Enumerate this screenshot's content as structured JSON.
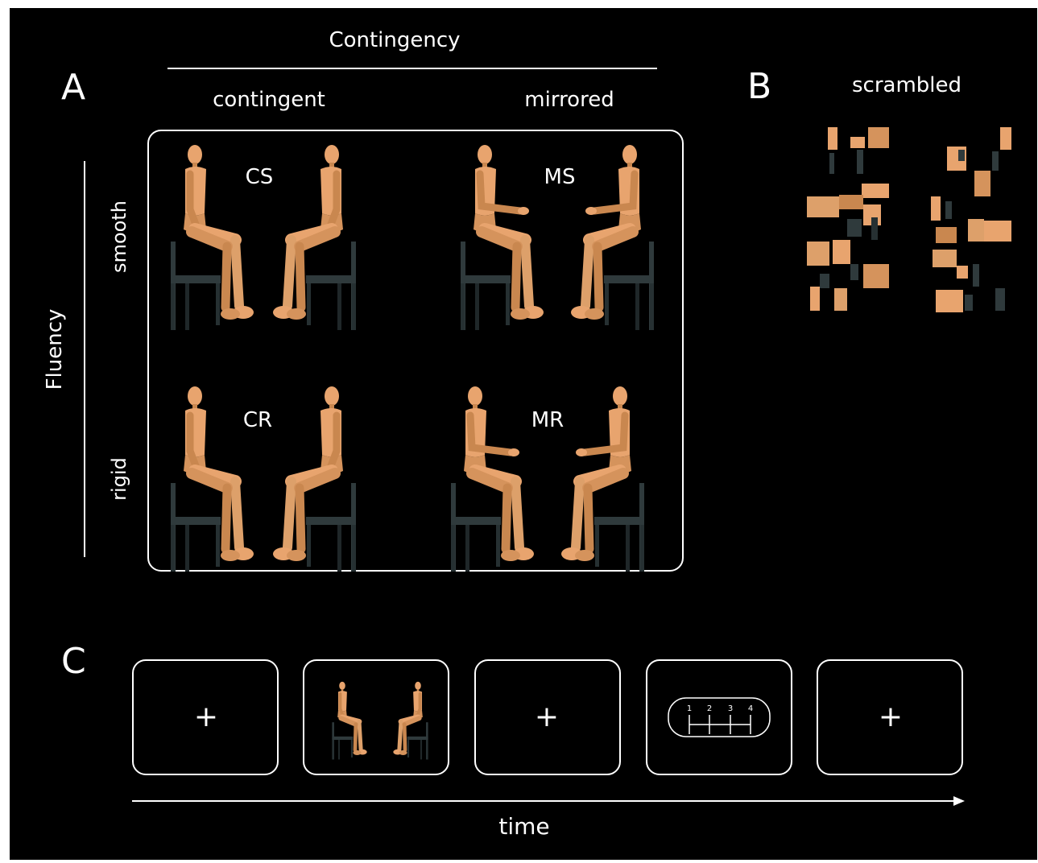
{
  "panel_a": {
    "letter": "A",
    "contingency_title": "Contingency",
    "col_contingent": "contingent",
    "col_mirrored": "mirrored",
    "fluency_title": "Fluency",
    "row_smooth": "smooth",
    "row_rigid": "rigid",
    "cells": [
      "CS",
      "MS",
      "CR",
      "MR"
    ]
  },
  "panel_b": {
    "letter": "B",
    "label": "scrambled"
  },
  "panel_c": {
    "letter": "C",
    "fixation": "+",
    "scale_numbers": [
      "1",
      "2",
      "3",
      "4"
    ],
    "time_label": "time"
  },
  "colors": {
    "background": "#000000",
    "figure_skin": "#E8A46E",
    "figure_shade": "#B9733F",
    "chair": "#2F3A3C",
    "line": "#FFFFFF"
  }
}
